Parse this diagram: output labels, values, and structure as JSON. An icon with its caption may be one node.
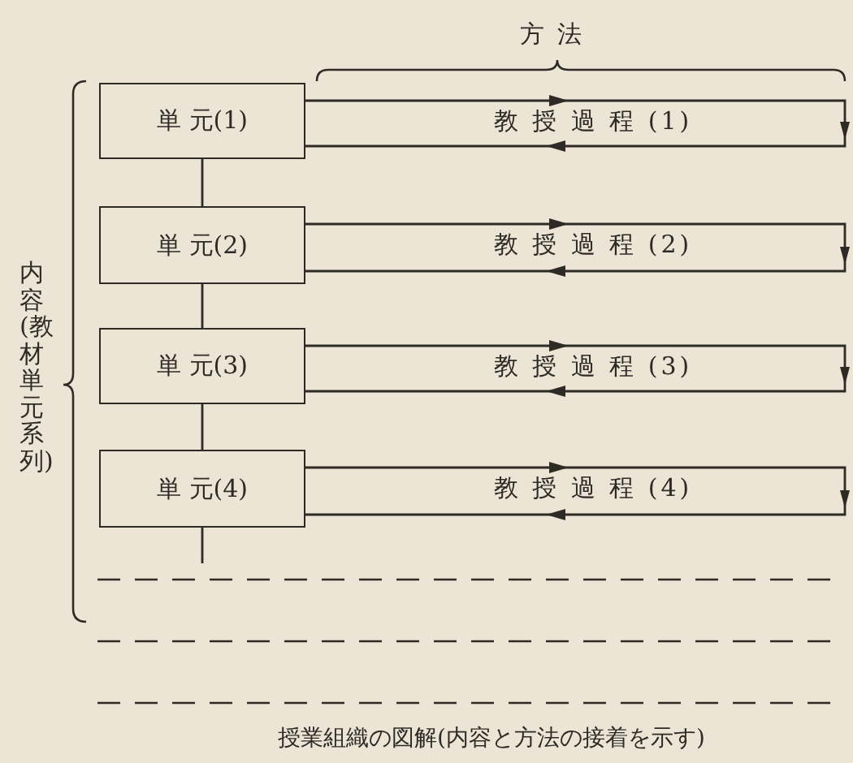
{
  "diagram": {
    "caption": "授業組織の図解(内容と方法の接着を示す)",
    "nodes": [
      {
        "text": [
          "単 元(1)"
        ]
      },
      {
        "text": [
          "単 元(2)"
        ]
      },
      {
        "text": [
          "単 元(3)"
        ]
      },
      {
        "text": [
          "単 元(4)"
        ]
      }
    ],
    "edges": [
      {
        "from": 0,
        "to": 0,
        "arrow": "to",
        "label": "教 授 過 程 (1)"
      },
      {
        "from": 0,
        "to": 1,
        "arrow": "none"
      },
      {
        "from": 1,
        "to": 1,
        "arrow": "to",
        "label": "教 授 過 程 (2)"
      },
      {
        "from": 1,
        "to": 2,
        "arrow": "none"
      },
      {
        "from": 2,
        "to": 2,
        "arrow": "to",
        "label": "教 授 過 程 (3)"
      },
      {
        "from": 2,
        "to": 3,
        "arrow": "none"
      },
      {
        "from": 3,
        "to": 3,
        "arrow": "to",
        "label": "教 授 過 程 (4)"
      },
      {
        "from": 3,
        "to": null,
        "arrow": "none"
      }
    ],
    "labels": [
      "方法",
      "内容(教材単元系列)"
    ]
  }
}
